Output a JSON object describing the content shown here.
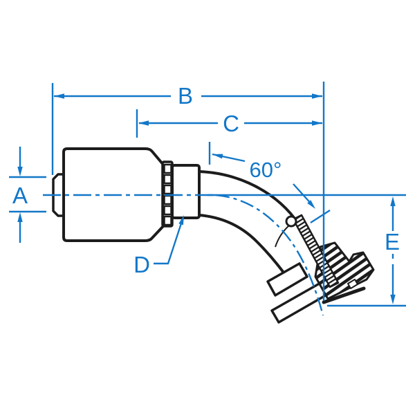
{
  "diagram": {
    "type": "engineering-drawing",
    "subject": "60-degree bent tube flange hose fitting side view with section hatching",
    "colors": {
      "dimension_blue": "#1277c8",
      "outline_black": "#1c1c1c",
      "background": "#ffffff"
    },
    "labels": {
      "a": "A",
      "b": "B",
      "c": "C",
      "d": "D",
      "e": "E",
      "angle": "60°"
    }
  }
}
